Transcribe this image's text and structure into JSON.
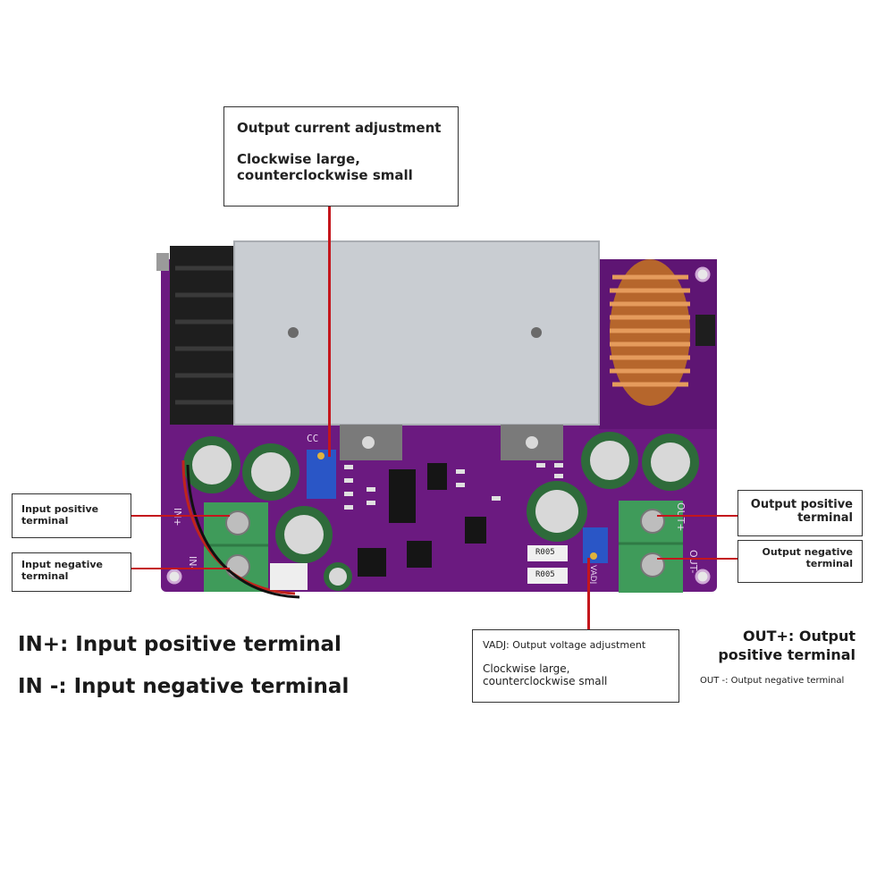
{
  "callouts": {
    "current_adj": {
      "title": "Output current adjustment",
      "line1": "Clockwise large,",
      "line2": "counterclockwise small"
    },
    "input_pos": {
      "line1": "Input positive",
      "line2": "terminal"
    },
    "input_neg": {
      "line1": "Input negative",
      "line2": "terminal"
    },
    "output_pos": {
      "line1": "Output positive",
      "line2": "terminal"
    },
    "output_neg": {
      "line1": "Output negative",
      "line2": "terminal"
    },
    "vadj": {
      "title": "VADJ: Output voltage adjustment",
      "line1": "Clockwise large,",
      "line2": "counterclockwise small"
    }
  },
  "legend": {
    "in_pos": "IN+: Input positive terminal",
    "in_neg": "IN -: Input negative terminal",
    "out_pos_1": "OUT+: Output",
    "out_pos_2": "positive terminal",
    "out_neg": "OUT -: Output negative terminal"
  },
  "board": {
    "silkscreen": {
      "cc": "CC",
      "in_pos": "IN+",
      "in_neg": "IN-",
      "out_pos": "OUT+",
      "out_neg": "OUT-",
      "vadj": "VADJ",
      "r005_a": "R005",
      "r005_b": "R005"
    },
    "colors": {
      "pcb": "#6b1a80",
      "heatsink": "#c9cdd2",
      "terminal": "#3f9b5a",
      "inductor": "#c8793a",
      "cap": "#2e6b3a",
      "pot": "#2a56c6"
    }
  }
}
